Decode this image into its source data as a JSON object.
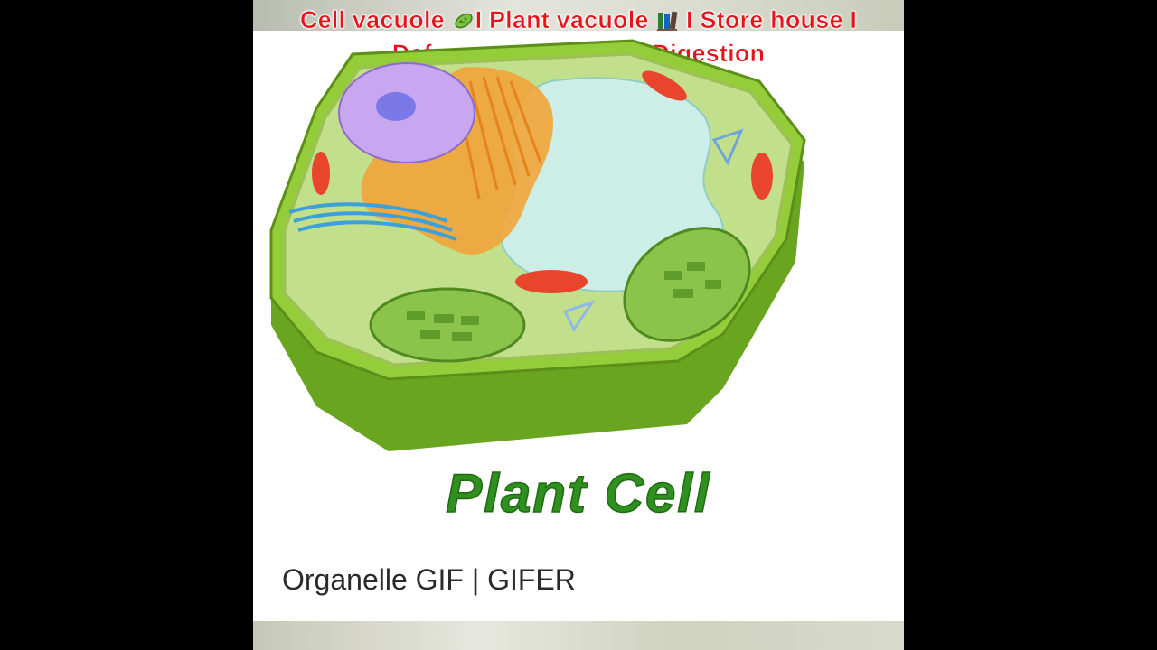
{
  "caption": {
    "part1": "Cell vacuole ",
    "part2": "I Plant vacuole ",
    "part3": " I Store house I Defanse mechanism I Digestion",
    "icon1": "microbe-icon",
    "icon2": "books-icon"
  },
  "figure": {
    "label": "Plant Cell",
    "source": "Organelle GIF | GIFER"
  },
  "colors": {
    "caption": "#e4141b",
    "cell_wall": "#7fbf2a",
    "cytoplasm": "#b6d77a",
    "vacuole": "#cdeee6",
    "nucleus": "#c9a6f0",
    "chloroplast": "#8cc34a",
    "mitochondria": "#e8452c",
    "golgi": "#f2a43a",
    "er": "#3ea0d8",
    "label": "#2f8f1f"
  }
}
